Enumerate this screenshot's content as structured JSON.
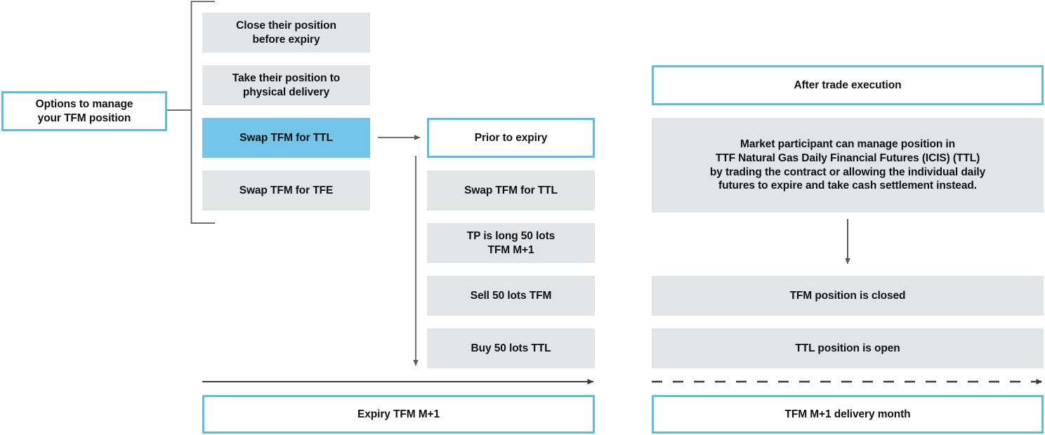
{
  "diagram": {
    "title": "Options to manage your TFM position",
    "accent_color": "#5bbce4",
    "fill_blue": "#72c5e9",
    "fill_grey": "#e3e4e6",
    "line_color": "#58595b"
  },
  "root": {
    "label": "Options to manage\nyour TFM position",
    "line1": "Options to manage",
    "line2": "your TFM position"
  },
  "options": [
    {
      "line1": "Close their position",
      "line2": "before expiry",
      "style": "grey"
    },
    {
      "line1": "Take their position to",
      "line2": "physical delivery",
      "style": "grey"
    },
    {
      "line1": "Swap TFM for TTL",
      "line2": "",
      "style": "blue"
    },
    {
      "line1": "Swap TFM for TFE",
      "line2": "",
      "style": "grey"
    }
  ],
  "middle_column": {
    "header": "Prior to expiry",
    "steps": [
      {
        "line1": "Swap TFM for TTL",
        "line2": ""
      },
      {
        "line1": "TP is long 50 lots",
        "line2": "TFM M+1"
      },
      {
        "line1": "Sell 50 lots TFM",
        "line2": ""
      },
      {
        "line1": "Buy 50 lots TTL",
        "line2": ""
      }
    ],
    "timeline_label": "Expiry TFM M+1"
  },
  "right_column": {
    "header": "After trade execution",
    "description": {
      "line1": "Market participant can manage position in",
      "line2": "TTF Natural Gas Daily Financial Futures (ICIS) (TTL)",
      "line3": "by trading the contract or allowing the individual daily",
      "line4": "futures to expire and take cash settlement instead."
    },
    "outcomes": [
      {
        "line1": "TFM position is closed"
      },
      {
        "line1": "TTL position is open"
      }
    ],
    "timeline_label": "TFM M+1 delivery month"
  }
}
